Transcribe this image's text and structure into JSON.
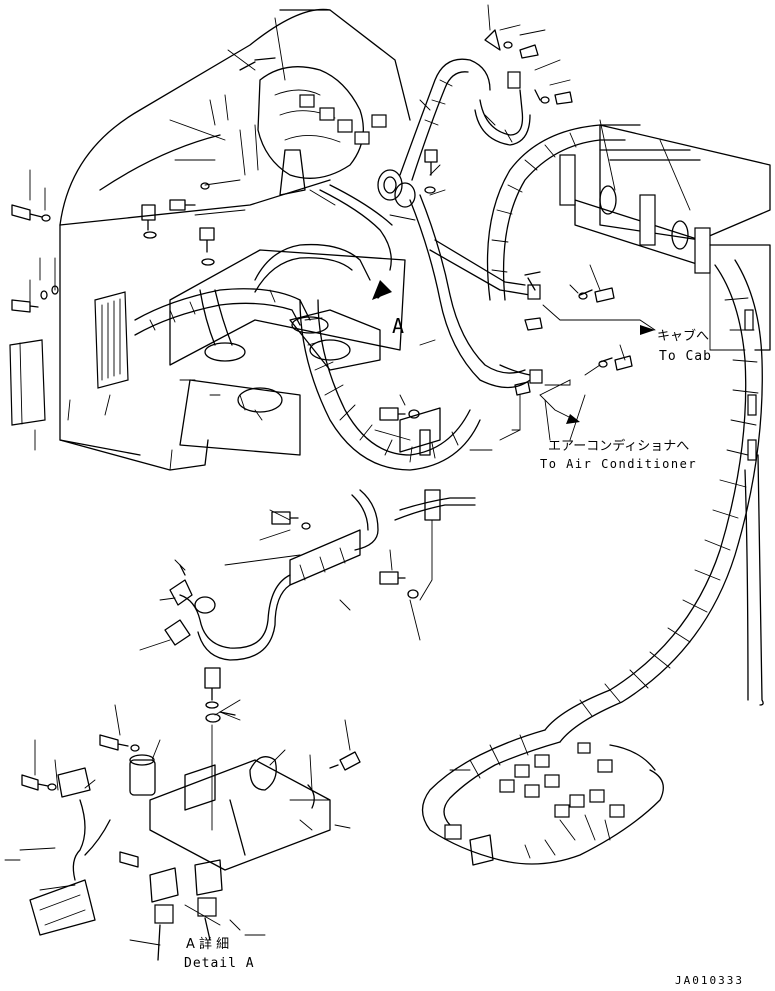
{
  "labels": {
    "to_cab_jp": "キャブへ",
    "to_cab_en": "To Cab",
    "to_aircon_jp": "エアーコンディショナへ",
    "to_aircon_en": "To Air Conditioner",
    "view_arrow": "A",
    "detail_jp": "A 詳 細",
    "detail_en": "Detail A",
    "drawing_code": "JA010333"
  }
}
